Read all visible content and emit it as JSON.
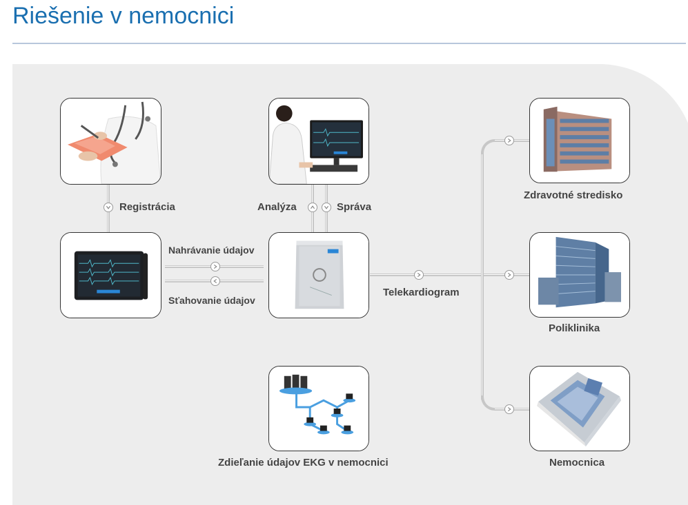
{
  "title": "Riešenie v nemocnici",
  "labels": {
    "registration": "Registrácia",
    "analysis": "Analýza",
    "report": "Správa",
    "upload": "Nahrávanie údajov",
    "download": "Sťahovanie údajov",
    "telecardiogram": "Telekardiogram",
    "health_center": "Zdravotné stredisko",
    "polyclinic": "Poliklinika",
    "hospital": "Nemocnica",
    "ecg_sharing": "Zdieľanie údajov EKG v nemocnici"
  },
  "images": {
    "doctor": "doctor-writing-illustration",
    "ecg_tablet": "ecg-tablet-illustration",
    "analyst": "doctor-at-workstation-illustration",
    "server": "ecg-server-illustration",
    "network": "hospital-network-illustration",
    "health_center": "health-center-building",
    "polyclinic": "polyclinic-building",
    "hospital": "hospital-building"
  },
  "icons": {
    "down": "chevron-down-icon",
    "up": "chevron-up-icon",
    "right": "chevron-right-icon",
    "left": "chevron-left-icon"
  },
  "colors": {
    "title": "#1a6fb0",
    "panel": "#ededed",
    "connector": "#c7c7c7",
    "card_border": "#333333",
    "label": "#444444"
  }
}
